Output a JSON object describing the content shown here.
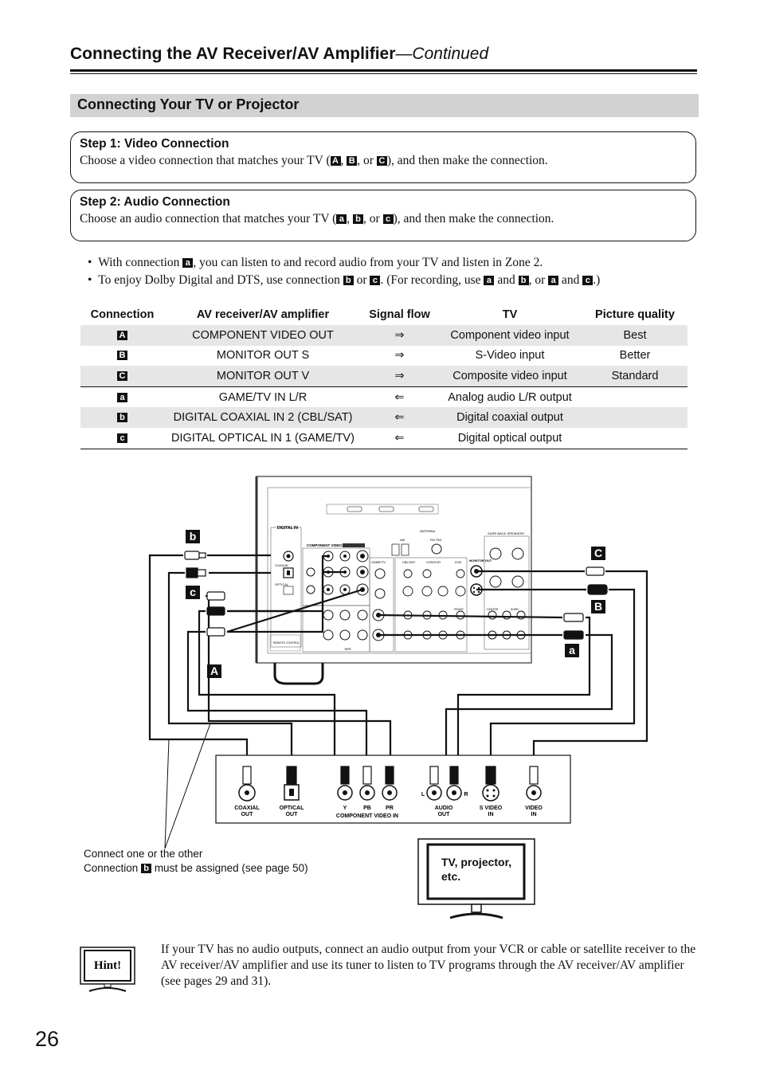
{
  "header": {
    "title": "Connecting the AV Receiver/AV Amplifier",
    "continued": "—Continued"
  },
  "section_title": "Connecting Your TV or Projector",
  "step1": {
    "heading": "Step 1: Video Connection",
    "text_a": "Choose a video connection that matches your TV (",
    "sep1": ", ",
    "sep2": ", or ",
    "text_b": "), and then make the connection.",
    "codes": [
      "A",
      "B",
      "C"
    ]
  },
  "step2": {
    "heading": "Step 2: Audio Connection",
    "text_a": "Choose an audio connection that matches your TV (",
    "sep1": ", ",
    "sep2": ", or ",
    "text_b": "), and then make the connection.",
    "codes": [
      "a",
      "b",
      "c"
    ]
  },
  "bullets": {
    "b1_a": "With connection ",
    "b1_code": "a",
    "b1_b": ", you can listen to and record audio from your TV and listen in Zone 2.",
    "b2_a": "To enjoy Dolby Digital and DTS, use connection ",
    "b2_code1": "b",
    "b2_or": " or ",
    "b2_code2": "c",
    "b2_b": ". (For recording, use ",
    "b2_code3": "a",
    "b2_and1": " and ",
    "b2_code4": "b",
    "b2_or2": ", or ",
    "b2_code5": "a",
    "b2_and2": " and ",
    "b2_code6": "c",
    "b2_end": ".)"
  },
  "table": {
    "headers": [
      "Connection",
      "AV receiver/AV amplifier",
      "Signal flow",
      "TV",
      "Picture quality"
    ],
    "rows": [
      {
        "code": "A",
        "receiver": "COMPONENT VIDEO OUT",
        "flow": "⇒",
        "tv": "Component video input",
        "quality": "Best"
      },
      {
        "code": "B",
        "receiver": "MONITOR OUT S",
        "flow": "⇒",
        "tv": "S-Video input",
        "quality": "Better"
      },
      {
        "code": "C",
        "receiver": "MONITOR OUT V",
        "flow": "⇒",
        "tv": "Composite video input",
        "quality": "Standard"
      },
      {
        "code": "a",
        "receiver": "GAME/TV IN L/R",
        "flow": "⇐",
        "tv": "Analog audio L/R output",
        "quality": ""
      },
      {
        "code": "b",
        "receiver": "DIGITAL COAXIAL IN 2 (CBL/SAT)",
        "flow": "⇐",
        "tv": "Digital coaxial output",
        "quality": ""
      },
      {
        "code": "c",
        "receiver": "DIGITAL OPTICAL IN 1 (GAME/TV)",
        "flow": "⇐",
        "tv": "Digital optical output",
        "quality": ""
      }
    ]
  },
  "diagram": {
    "markers": {
      "b": "b",
      "c": "c",
      "A": "A",
      "C": "C",
      "B": "B",
      "a": "a"
    },
    "tv_jacks": {
      "coaxial": "COAXIAL",
      "coaxial2": "OUT",
      "optical": "OPTICAL",
      "optical2": "OUT",
      "y": "Y",
      "pb": "PB",
      "pr": "PR",
      "component": "COMPONENT VIDEO IN",
      "audio": "AUDIO",
      "audio2": "OUT",
      "l": "L",
      "r": "R",
      "svideo": "S VIDEO",
      "svideo2": "IN",
      "video": "VIDEO",
      "video2": "IN"
    },
    "receiver_labels": {
      "component_video": "COMPONENT VIDEO",
      "antenna": "ANTENNA",
      "digital_in": "DIGITAL IN",
      "coaxial": "COAXIAL",
      "optical": "OPTICAL",
      "surr_back": "SURR BACK SPEAKERS",
      "game_tv": "GAME/TV",
      "cbl_sat": "CBL/SAT",
      "vcr_dvr": "VCR/DVR",
      "dvd": "DVD",
      "monitor_out": "MONITOR OUT",
      "tape": "TAPE",
      "front": "FRONT",
      "center": "CENTER",
      "surr": "SURR",
      "am": "AM",
      "fm": "FM 75Ω",
      "remote": "REMOTE CONTROL"
    }
  },
  "note": {
    "line1": "Connect one or the other",
    "line2_a": "Connection ",
    "line2_code": "b",
    "line2_b": " must be assigned (see page 50)"
  },
  "tv_caption": {
    "line1": "TV, projector,",
    "line2": "etc."
  },
  "hint": {
    "label": "Hint!",
    "text": "If your TV has no audio outputs, connect an audio output from your VCR or cable or satellite receiver to the AV receiver/AV amplifier and use its tuner to listen to TV programs through the AV receiver/AV amplifier (see pages 29 and 31)."
  },
  "page_number": "26"
}
